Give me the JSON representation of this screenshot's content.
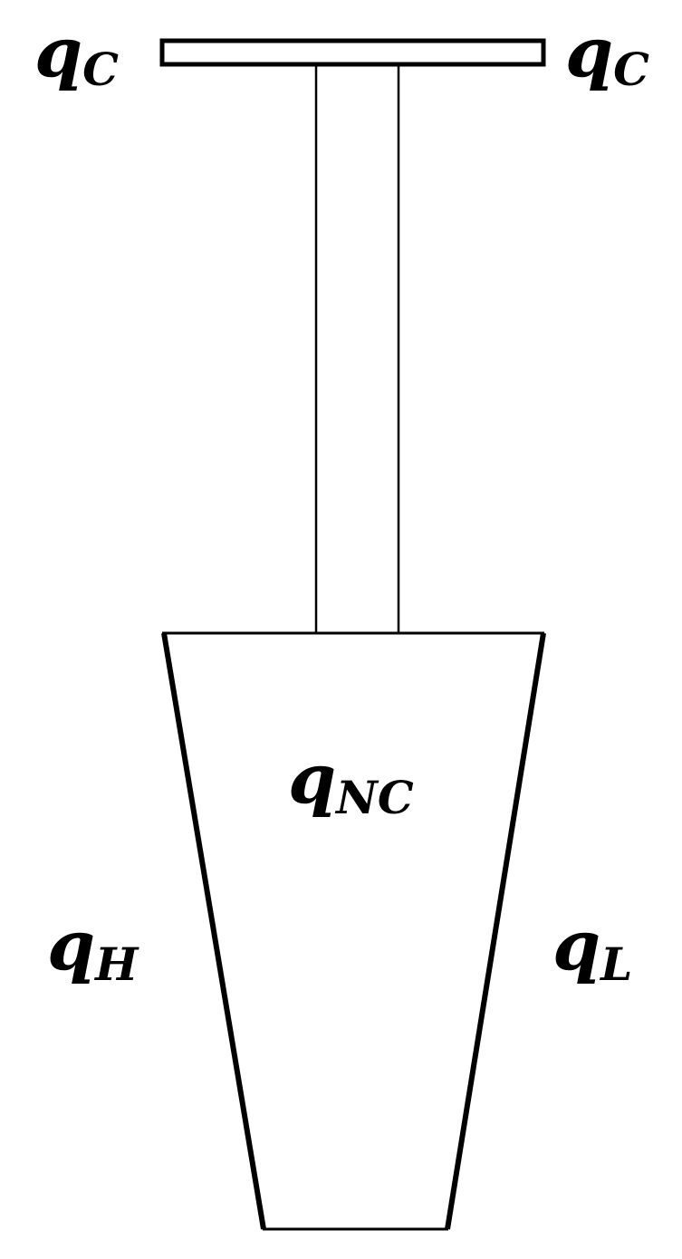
{
  "labels": {
    "top_left": {
      "symbol": "q",
      "subscript": "C"
    },
    "top_right": {
      "symbol": "q",
      "subscript": "C"
    },
    "center": {
      "symbol": "q",
      "subscript": "NC"
    },
    "left": {
      "symbol": "q",
      "subscript": "H"
    },
    "right": {
      "symbol": "q",
      "subscript": "L"
    }
  },
  "colors": {
    "stroke": "#000000",
    "background": "#ffffff"
  }
}
